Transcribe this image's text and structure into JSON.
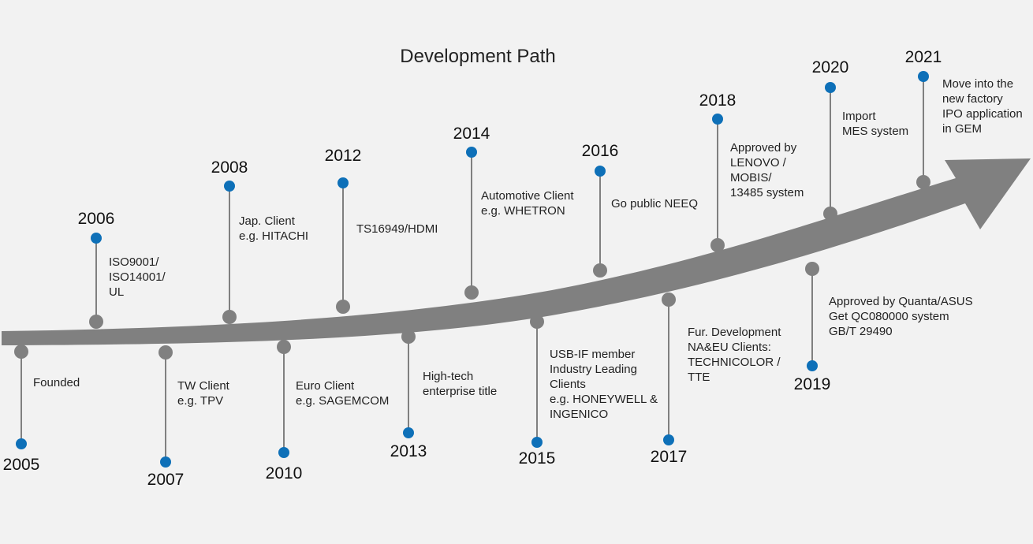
{
  "title": "Development Path",
  "colors": {
    "background": "#f2f2f2",
    "arrow": "#808080",
    "dot_blue": "#0e70b8",
    "dot_gray": "#808080"
  },
  "milestones": [
    {
      "year": "2005",
      "lines": [
        "Founded"
      ]
    },
    {
      "year": "2006",
      "lines": [
        "ISO9001/",
        "ISO14001/",
        "UL"
      ]
    },
    {
      "year": "2007",
      "lines": [
        "TW Client",
        "e.g.  TPV"
      ]
    },
    {
      "year": "2008",
      "lines": [
        "Jap. Client",
        "e.g. HITACHI"
      ]
    },
    {
      "year": "2010",
      "lines": [
        "Euro Client",
        "e.g.  SAGEMCOM"
      ]
    },
    {
      "year": "2012",
      "lines": [
        "TS16949/HDMI"
      ]
    },
    {
      "year": "2013",
      "lines": [
        "High-tech",
        "enterprise title"
      ]
    },
    {
      "year": "2014",
      "lines": [
        "Automotive Client",
        "e.g.  WHETRON"
      ]
    },
    {
      "year": "2015",
      "lines": [
        "USB-IF member",
        "Industry Leading",
        "Clients",
        "e.g. HONEYWELL &",
        "INGENICO"
      ]
    },
    {
      "year": "2016",
      "lines": [
        "Go public NEEQ"
      ]
    },
    {
      "year": "2017",
      "lines": [
        "Fur. Development",
        "NA&EU Clients:",
        "TECHNICOLOR /",
        "TTE"
      ]
    },
    {
      "year": "2018",
      "lines": [
        "Approved by",
        "LENOVO /",
        "MOBIS/",
        "13485 system"
      ]
    },
    {
      "year": "2019",
      "lines": [
        "Approved by Quanta/ASUS",
        "Get QC080000 system",
        "GB/T 29490"
      ]
    },
    {
      "year": "2020",
      "lines": [
        "Import",
        "MES system"
      ]
    },
    {
      "year": "2021",
      "lines": [
        "Move into the",
        "new factory",
        "IPO application",
        "in GEM"
      ]
    }
  ]
}
